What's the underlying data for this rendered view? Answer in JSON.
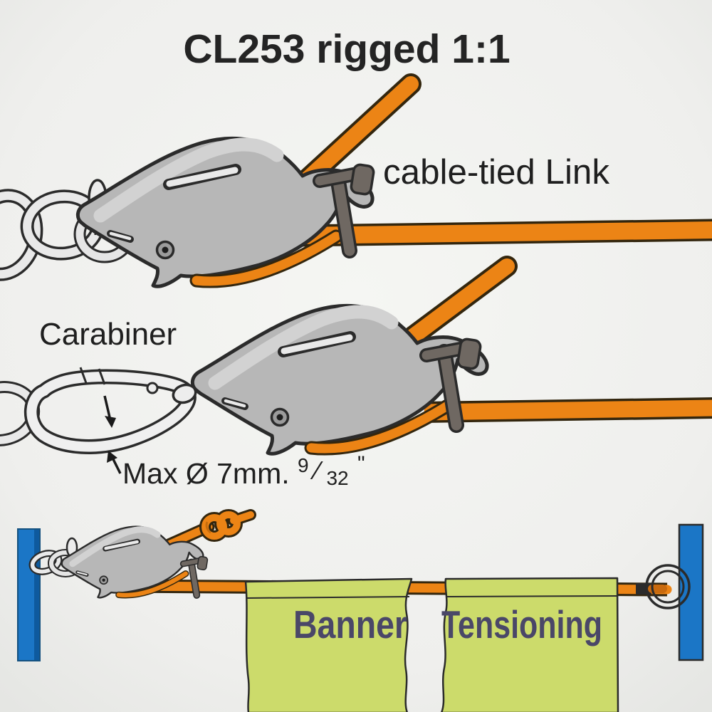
{
  "title": "CL253 rigged 1:1",
  "scenes": {
    "top": {
      "label": "cable-tied Link"
    },
    "middle": {
      "label": "Carabiner",
      "max_dia_prefix": "Max Ø 7mm.",
      "frac_num": "9",
      "frac_slash": "⁄",
      "frac_den": "32",
      "inch_mark": "\""
    },
    "bottom": {
      "banner_left_text": "Banner",
      "banner_right_text": "Tensioning"
    }
  },
  "colors": {
    "background": "#f0f1ee",
    "rope_orange": "#ec8415",
    "rope_outline": "#33260e",
    "cleat_gray": "#b7b7b7",
    "cleat_highlight": "#d2d2d2",
    "cleat_outline": "#2b2b2b",
    "pin_dark_gray": "#6f6862",
    "hardware_white": "#ededed",
    "post_blue": "#1b76c6",
    "banner_green": "#ccdb6b",
    "banner_text": "#4a4768",
    "label_text": "#1f1f1f"
  }
}
